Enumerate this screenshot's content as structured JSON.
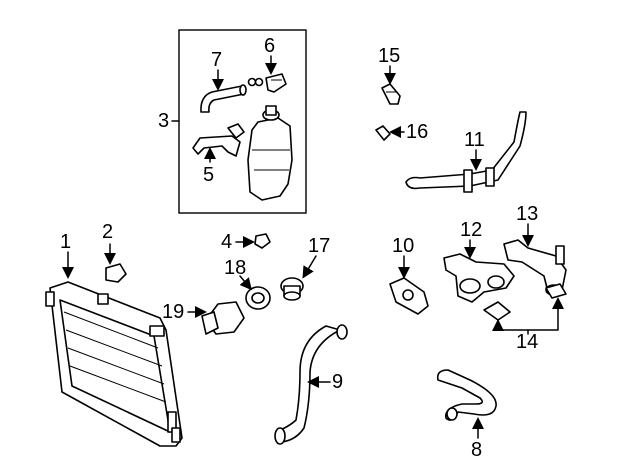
{
  "callouts": {
    "c1": "1",
    "c2": "2",
    "c3": "3",
    "c4": "4",
    "c5": "5",
    "c6": "6",
    "c7": "7",
    "c8": "8",
    "c9": "9",
    "c10": "10",
    "c11": "11",
    "c12": "12",
    "c13": "13",
    "c14": "14",
    "c15": "15",
    "c16": "16",
    "c17": "17",
    "c18": "18",
    "c19": "19"
  },
  "colors": {
    "ink": "#000000",
    "paper": "#ffffff"
  }
}
